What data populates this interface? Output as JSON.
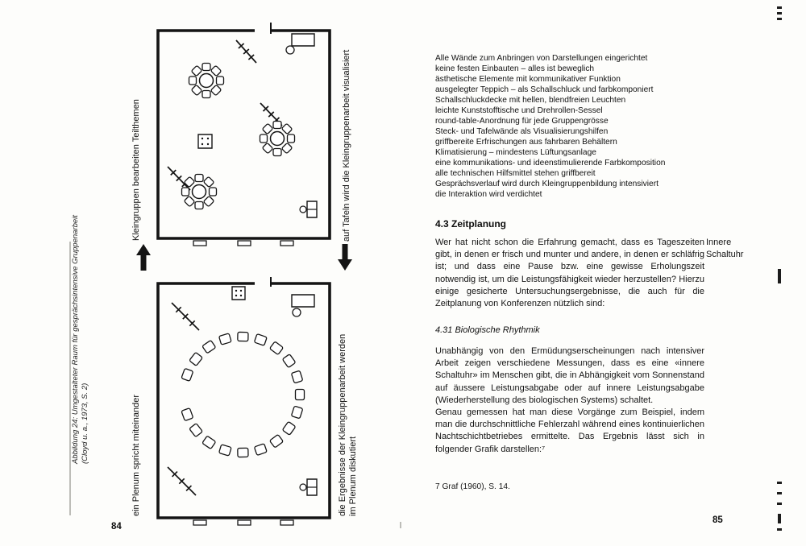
{
  "colors": {
    "ink": "#161616",
    "paper": "#fdfdfb"
  },
  "left_page": {
    "figure_caption_line1": "Abbildung 24: Umgestalteter Raum für gesprächsintensive Gruppenarbeit",
    "figure_caption_line2": "(Cloyd u. a., 1973, S. 2)",
    "labels": {
      "top_left": "Kleingruppen bearbeiten Teilthemen",
      "top_right": "auf Tafeln wird die Kleingruppenarbeit visualisiert",
      "bottom_left": "ein Plenum spricht miteinander",
      "bottom_right_line1": "die Ergebnisse der Kleingruppenarbeit werden",
      "bottom_right_line2": "im Plenum diskutiert"
    },
    "page_number": "84"
  },
  "right_page": {
    "feature_list": [
      "Alle Wände zum Anbringen von Darstellungen eingerichtet",
      "keine festen Einbauten – alles ist beweglich",
      "ästhetische Elemente mit kommunikativer Funktion",
      "ausgelegter Teppich – als Schallschluck und farbkomponiert",
      "Schallschluckdecke mit hellen, blendfreien Leuchten",
      "leichte Kunststofftische und Drehrollen-Sessel",
      "round-table-Anordnung für jede Gruppengrösse",
      "Steck- und Tafelwände als Visualisierungshilfen",
      "griffbereite Erfrischungen aus fahrbaren Behältern",
      "Klimatisierung – mindestens Lüftungsanlage",
      "eine kommunikations- und ideenstimulierende Farbkomposition",
      "alle technischen Hilfsmittel stehen griffbereit",
      "Gesprächsverlauf wird durch Kleingruppenbildung intensiviert",
      "die Interaktion wird verdichtet"
    ],
    "section_heading": "4.3  Zeitplanung",
    "intro_paragraph": "Wer hat nicht schon die Erfahrung gemacht, dass es Tageszeiten gibt, in denen er frisch und munter und andere, in denen er schläfrig ist; und dass eine Pause bzw. eine gewisse Erholungszeit notwendig ist, um die Leistungsfähigkeit wieder herzustellen? Hierzu einige gesicherte Untersuchungsergebnisse, die auch für die Zeitplanung von Konferenzen nützlich sind:",
    "margin_note": "Innere Schaltuhr",
    "subsection_heading": "4.31  Biologische Rhythmik",
    "body_paragraph_1": "Unabhängig von den Ermüdungserscheinungen nach intensiver Arbeit zeigen verschiedene Messungen, dass es eine «innere Schaltuhr» im Menschen gibt, die in Abhängigkeit vom Sonnenstand auf äussere Leistungsabgabe oder auf innere Leistungsabgabe (Wiederherstellung des biologischen Systems) schaltet.",
    "body_paragraph_2": "Genau gemessen hat man diese Vorgänge zum Beispiel, indem man die durchschnittliche Fehlerzahl während eines kontinuierlichen Nachtschichtbetriebes ermittelte. Das Ergebnis lässt sich in folgender Grafik darstellen:⁷",
    "footnote": "7  Graf (1960), S. 14.",
    "page_number": "85"
  }
}
